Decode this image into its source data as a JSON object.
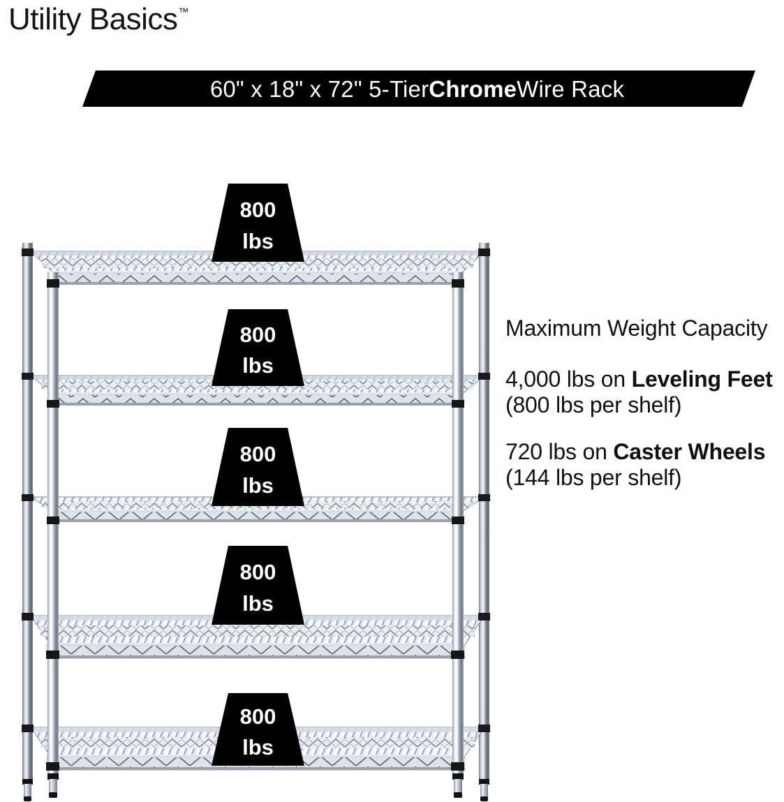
{
  "brand": {
    "name": "Utility Basics",
    "trademark": "™"
  },
  "banner": {
    "prefix": "60\" x 18\" x 72\" 5-Tier ",
    "highlight": "Chrome",
    "suffix": " Wire Rack",
    "background_color": "#000000",
    "text_color": "#ffffff"
  },
  "product": {
    "type": "5-tier chrome wire shelving rack",
    "shelf_count": 5,
    "post_count": 4,
    "feet_type": "leveling-feet"
  },
  "badges": [
    {
      "number": "800",
      "unit": "lbs"
    },
    {
      "number": "800",
      "unit": "lbs"
    },
    {
      "number": "800",
      "unit": "lbs"
    },
    {
      "number": "800",
      "unit": "lbs"
    },
    {
      "number": "800",
      "unit": "lbs"
    }
  ],
  "capacity": {
    "heading_line1": "Maximum Weight",
    "heading_line2": "Capacity",
    "leveling": {
      "lead": "4,000 lbs on ",
      "bold": "Leveling Feet",
      "tail": " (800 lbs per shelf)"
    },
    "caster": {
      "lead": "720 lbs on ",
      "bold": "Caster Wheels",
      "tail": " (144 lbs per shelf)"
    }
  },
  "colors": {
    "text": "#101010",
    "accent": "#000000",
    "chrome_light": "#f2f4f7",
    "chrome_mid": "#c6ccd6",
    "chrome_dark": "#7f8894",
    "collar": "#1a1a1a"
  }
}
